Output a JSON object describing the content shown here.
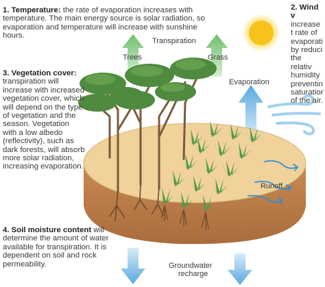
{
  "factors": [
    {
      "number": "1.",
      "title": "Temperature",
      "text": "the rate of evaporation increases with temperature. The main energy source is solar radiation, so evaporation and temperature will increase with sunshine hours."
    },
    {
      "number": "2.",
      "title": "Wind v",
      "text": "increase t rate of evaporati by reduci the relativ humidity preventin saturation of the air."
    },
    {
      "number": "3.",
      "title": "Vegetation cover",
      "text": "transpiration will increase with increased vegetation cover, which will depend on the type of vegetation and the season. Vegetation with a low albedo (reflectivity), such as dark forests, will absorb more solar radiation, increasing evaporation."
    },
    {
      "number": "4.",
      "title": "Soil moisture content",
      "text": "will determine the amount of water available for transpiration. It is dependent on soil and rock permeability."
    }
  ],
  "labels": {
    "transpiration": "Transpiration",
    "trees": "Trees",
    "grass": "Grass",
    "evaporation": "Evaporation",
    "runoff": "Runoff",
    "groundwater_line1": "Groundwater",
    "groundwater_line2": "recharge"
  },
  "colors": {
    "transpiration_arrow": "#7cc27a",
    "water_arrow": "#8fc7ea",
    "soil_top": "#f0d29a",
    "soil_side": "#c98a52",
    "sun": "#f7c31a"
  }
}
